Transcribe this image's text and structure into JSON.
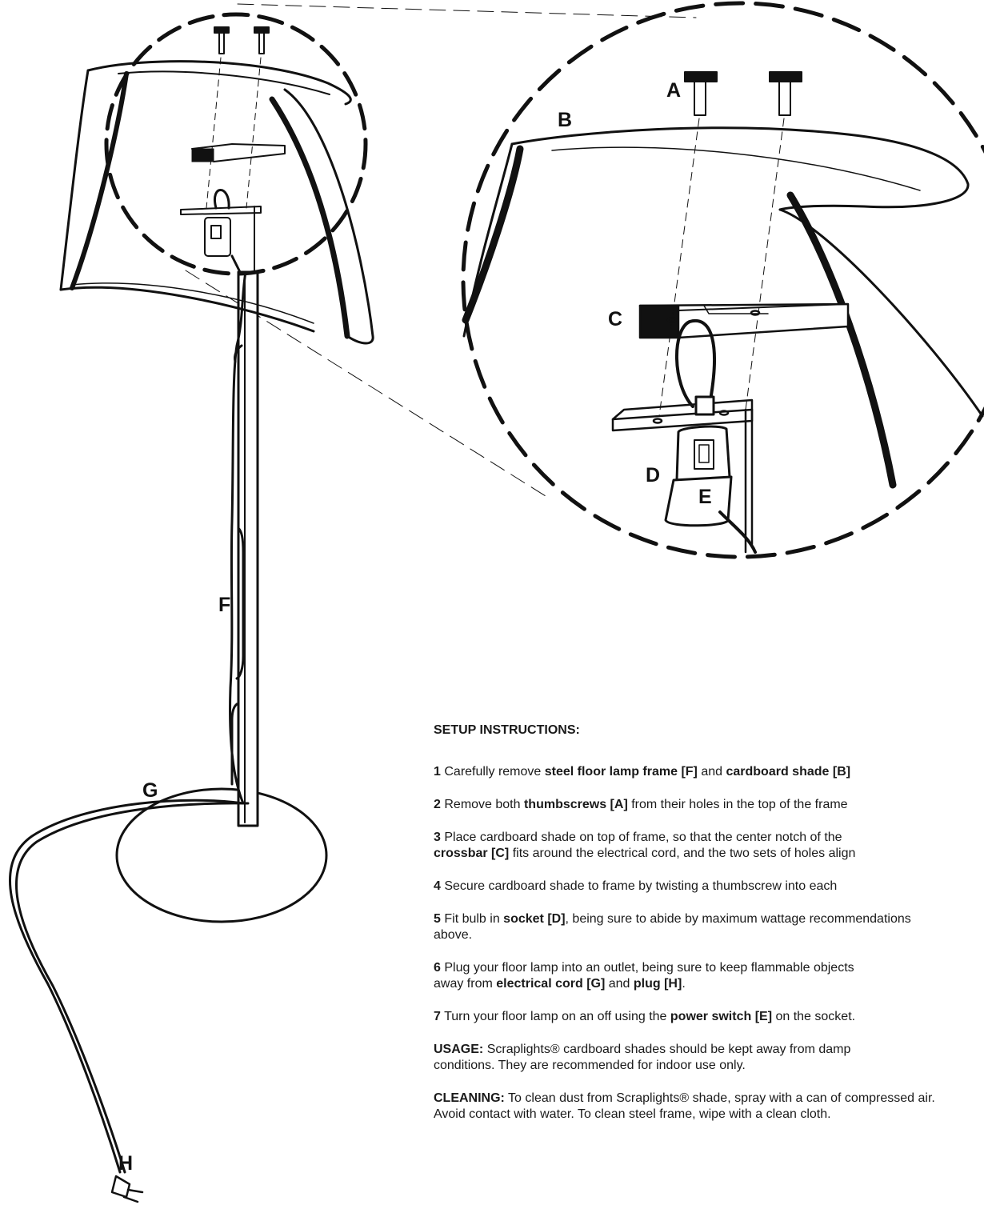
{
  "labels": {
    "A": "A",
    "B": "B",
    "C": "C",
    "D": "D",
    "E": "E",
    "F": "F",
    "G": "G",
    "H": "H"
  },
  "instructions": {
    "heading": "SETUP INSTRUCTIONS:",
    "steps": [
      {
        "num": "1",
        "parts": [
          {
            "t": "Carefully remove "
          },
          {
            "t": "steel floor lamp frame [F]",
            "b": true
          },
          {
            "t": " and "
          },
          {
            "t": "cardboard shade [B]",
            "b": true
          }
        ]
      },
      {
        "num": "2",
        "parts": [
          {
            "t": "Remove both "
          },
          {
            "t": "thumbscrews [A]",
            "b": true
          },
          {
            "t": " from their holes in the top of the frame"
          }
        ]
      },
      {
        "num": "3",
        "parts": [
          {
            "t": "Place cardboard shade on top of frame, so that the center notch of the"
          },
          {
            "br": true
          },
          {
            "t": "crossbar [C]",
            "b": true
          },
          {
            "t": " fits around the electrical cord, and the two sets of holes align"
          }
        ]
      },
      {
        "num": "4",
        "parts": [
          {
            "t": "Secure cardboard shade to frame by twisting a thumbscrew into each"
          }
        ]
      },
      {
        "num": "5",
        "parts": [
          {
            "t": "Fit bulb in "
          },
          {
            "t": "socket [D]",
            "b": true
          },
          {
            "t": ", being sure to abide by maximum wattage recommendations"
          },
          {
            "br": true
          },
          {
            "t": "above."
          }
        ]
      },
      {
        "num": "6",
        "parts": [
          {
            "t": "Plug your floor lamp into an outlet, being sure to keep flammable objects"
          },
          {
            "br": true
          },
          {
            "t": "away from "
          },
          {
            "t": "electrical cord [G]",
            "b": true
          },
          {
            "t": " and "
          },
          {
            "t": "plug [H]",
            "b": true
          },
          {
            "t": "."
          }
        ]
      },
      {
        "num": "7",
        "parts": [
          {
            "t": "Turn your floor lamp on an off using the "
          },
          {
            "t": "power switch [E]",
            "b": true
          },
          {
            "t": " on the socket."
          }
        ]
      }
    ],
    "usage": {
      "label": "USAGE:",
      "text": "Scraplights® cardboard shades should be kept away from damp",
      "text2": "conditions. They are recommended for indoor use only."
    },
    "cleaning": {
      "label": "CLEANING:",
      "text": "To clean dust from Scraplights® shade, spray with a can of compressed air.",
      "text2": "Avoid contact with water. To clean steel frame, wipe with a clean cloth."
    }
  }
}
